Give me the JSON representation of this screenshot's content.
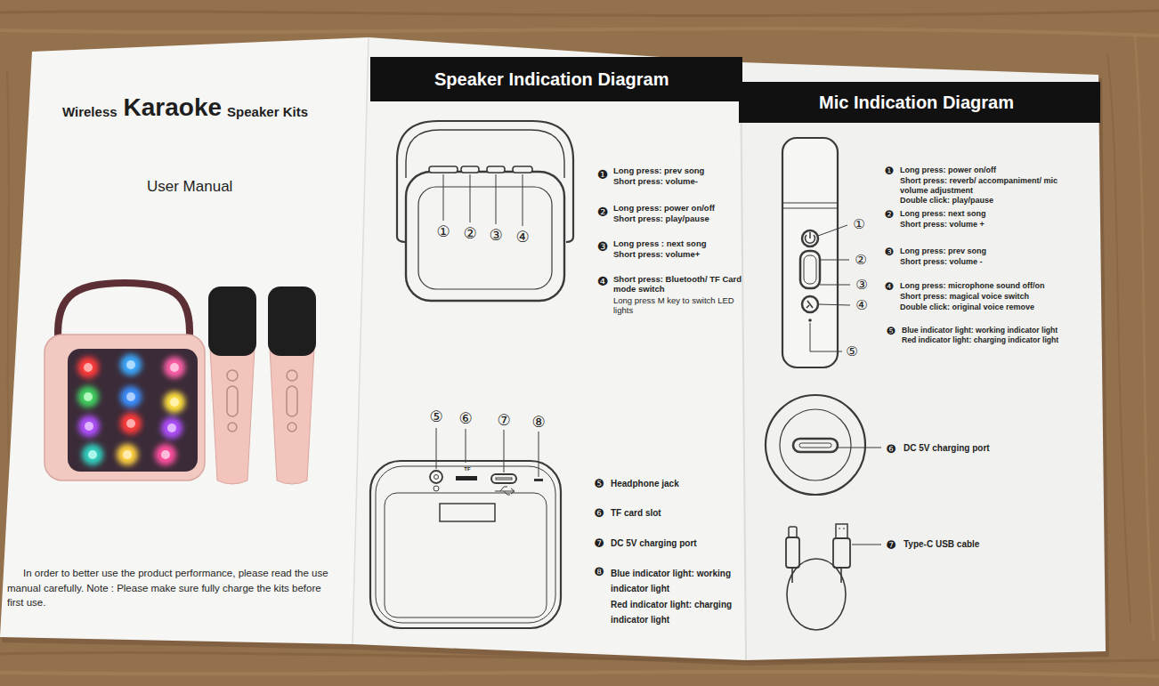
{
  "diagram": {
    "nodes": [
      {
        "text": [
          "Speaker Indication Diagram"
        ]
      },
      {
        "text": [
          "Mic Indication Diagram"
        ]
      }
    ],
    "labels": [
      "Wireless",
      "Karaoke",
      "Speaker Kits",
      "User Manual",
      "In order to better use the product performance, please read the use manual carefully. Note : Please make sure fully charge the kits before first use.",
      "①",
      "②",
      "③",
      "④",
      "❶",
      "Long press: prev song",
      "Short press: volume-",
      "❷",
      "Long press: power on/off",
      "Short press: play/pause",
      "❸",
      "Long press : next song",
      "Short press: volume+",
      "❹",
      "Short press: Bluetooth/ TF Card mode switch",
      "Long press M key to switch LED lights",
      "⑤",
      "⑥",
      "⑦",
      "⑧",
      "TF",
      "❺",
      "Headphone jack",
      "❻",
      "TF card slot",
      "❼",
      "DC 5V charging port",
      "❽",
      "Blue indicator light: working indicator light",
      "Red indicator light: charging indicator light",
      "①",
      "②",
      "③",
      "④",
      "⑤",
      "❶",
      "Long press: power on/off",
      "Short press: reverb/ accompaniment/ mic volume adjustment",
      "Double click: play/pause",
      "❷",
      "Long press: next song",
      "Short press: volume +",
      "❸",
      "Long press: prev song",
      "Short press: volume -",
      "❹",
      "Long press: microphone sound off/on",
      "Short press: magical voice switch",
      "Double click: original voice remove",
      "❺",
      "Blue indicator light: working indicator light",
      "Red indicator light: charging indicator light",
      "❻",
      "DC 5V charging port",
      "❼",
      "Type-C USB cable"
    ]
  }
}
